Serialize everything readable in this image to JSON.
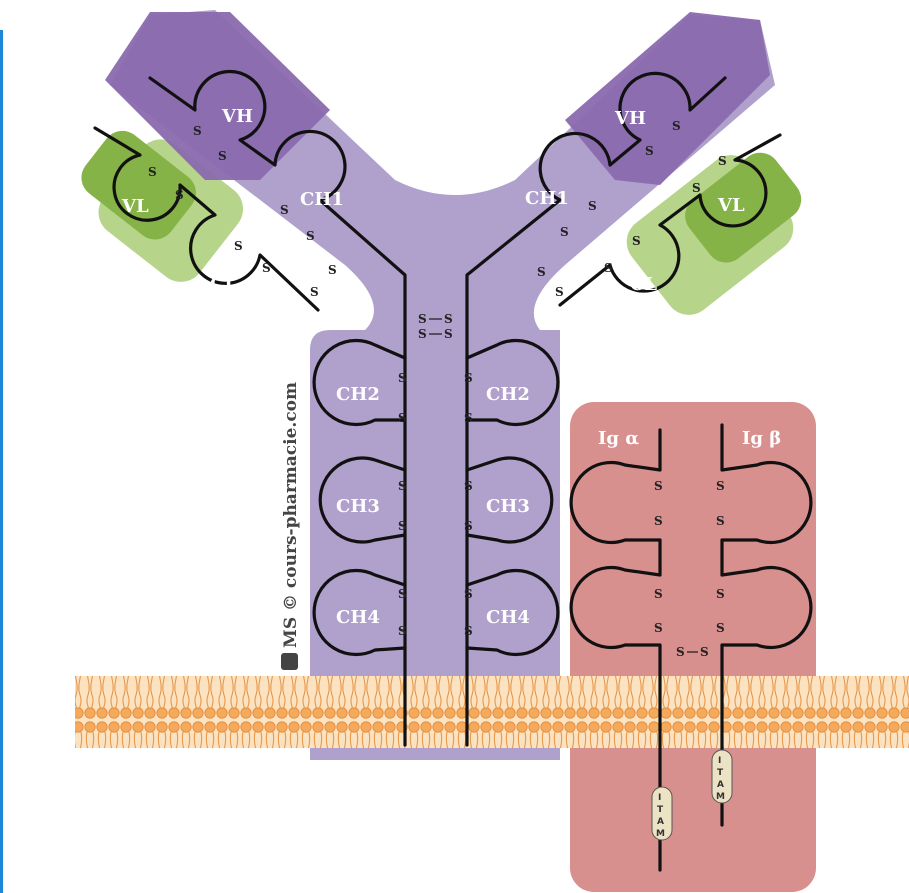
{
  "labels": {
    "vh": "VH",
    "vl": "VL",
    "ch1": "CH1",
    "cl": "CL",
    "ch2": "CH2",
    "ch3": "CH3",
    "ch4": "CH4",
    "ig_alpha": "Ig α",
    "ig_beta": "Ig β",
    "itam": [
      "I",
      "T",
      "A",
      "M"
    ],
    "ss": "S",
    "ss_pair": "S–S"
  },
  "watermark": "MS © cours-pharmacie.com",
  "colors": {
    "heavy_light": "#b0a0cc",
    "heavy_dark": "#8a6aae",
    "light_light": "#b6d48a",
    "light_dark": "#86b348",
    "ig_box": "#d8908f",
    "membrane": "#f5b774",
    "membrane_dark": "#e79a4a",
    "itam_fill": "#ece2c4",
    "label_text": "#ffffff",
    "chain": "#111111"
  }
}
